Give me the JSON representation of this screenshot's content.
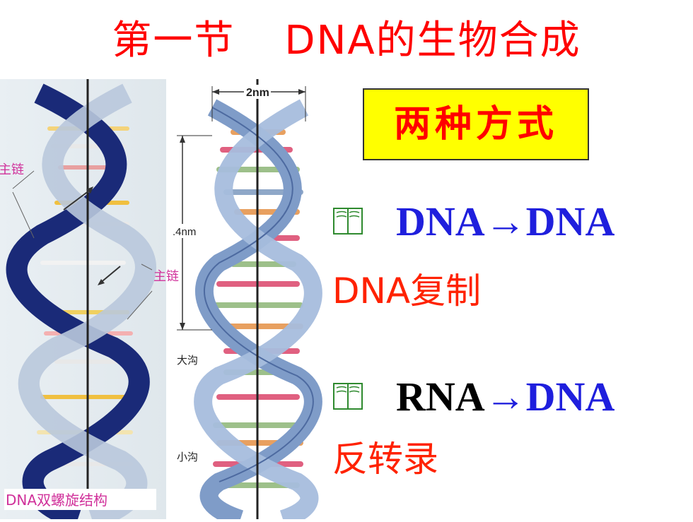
{
  "title": {
    "part1": "第一节",
    "part2": "DNA的生物合成"
  },
  "badge": {
    "text": "两种方式"
  },
  "items": [
    {
      "from": "DNA",
      "arrow": "→",
      "to": "DNA",
      "label": "DNA复制"
    },
    {
      "from": "RNA",
      "arrow": "→",
      "to": "DNA",
      "label": "反转录"
    }
  ],
  "figure": {
    "label_zhulian_1": "主链",
    "label_zhulian_2": "主链",
    "label_2nm": "2nm",
    "label_4nm": ".4nm",
    "label_dagou": "大沟",
    "label_xiaogou": "小沟",
    "caption": "DNA双螺旋结构"
  },
  "colors": {
    "title": "#ff0000",
    "badge_bg": "#ffff00",
    "blue": "#1f1fdd",
    "subtitle": "#ff2200"
  }
}
